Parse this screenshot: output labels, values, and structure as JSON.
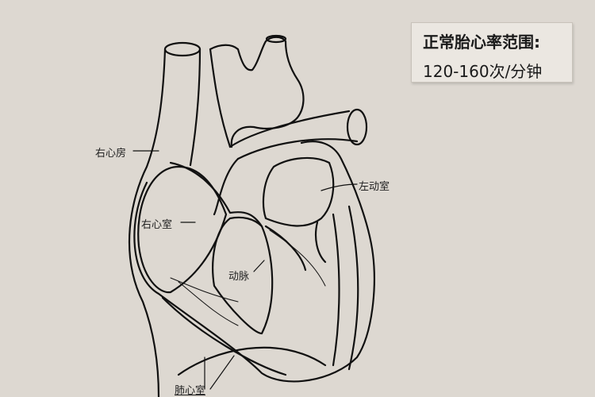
{
  "info_box": {
    "line1": "正常胎心率范围:",
    "line2": "120-160次/分钟"
  },
  "labels": {
    "right_atrium": "右心房",
    "right_ventricle": "右心室",
    "left_ventricle": "左动室",
    "artery": "动脉",
    "pulmonary_ventricle": "肺心室"
  }
}
